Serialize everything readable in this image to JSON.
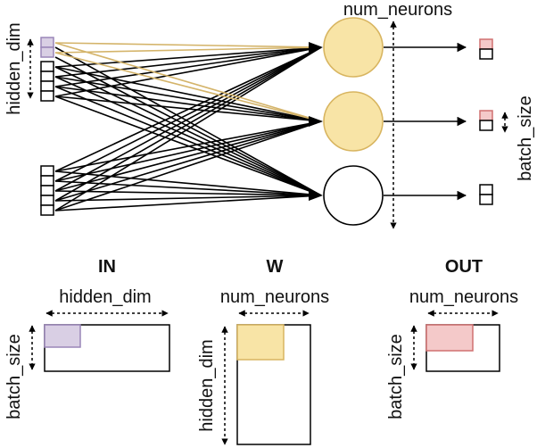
{
  "labels": {
    "hidden_dim_top": "hidden_dim",
    "num_neurons_top": "num_neurons",
    "batch_size_right": "batch_size",
    "in_title": "IN",
    "w_title": "W",
    "out_title": "OUT",
    "in_hidden_dim": "hidden_dim",
    "in_batch_size": "batch_size",
    "w_num_neurons": "num_neurons",
    "w_hidden_dim": "hidden_dim",
    "out_num_neurons": "num_neurons",
    "out_batch_size": "batch_size"
  },
  "colors": {
    "input_highlight": "#d9cfe4",
    "input_highlight_stroke": "#9a86b8",
    "neuron_fill": "#f8e4a6",
    "neuron_stroke": "#d8b560",
    "weight_highlight_line": "#d4b46a",
    "output_highlight": "#f4c9c9",
    "output_highlight_stroke": "#d07070",
    "stroke": "#000000"
  }
}
